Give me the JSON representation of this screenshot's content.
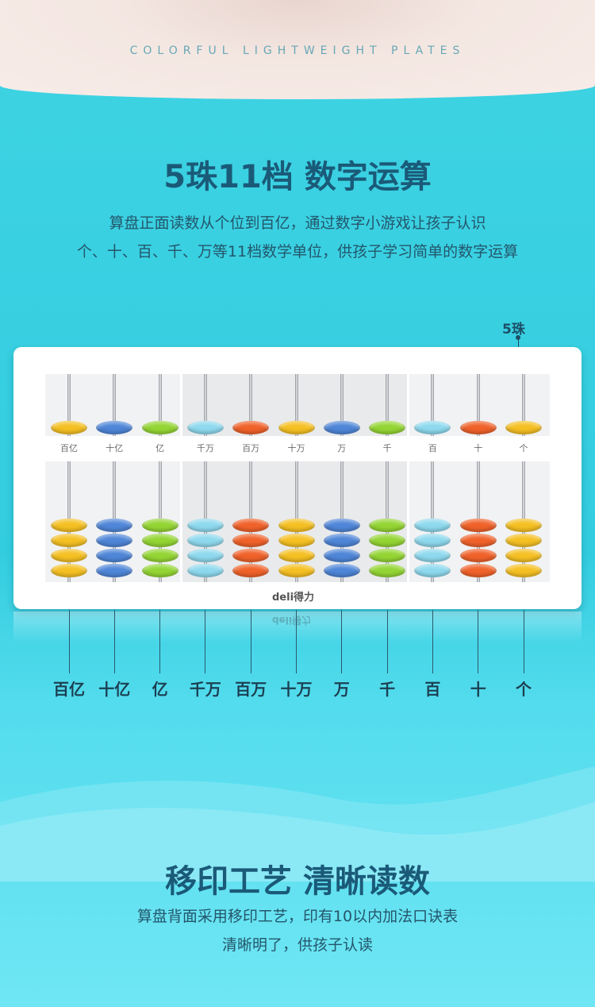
{
  "header": {
    "tagline": "COLORFUL LIGHTWEIGHT PLATES"
  },
  "section1": {
    "title": "5珠11档 数字运算",
    "desc_line1": "算盘正面读数从个位到百亿，通过数字小游戏让孩子认识",
    "desc_line2": "个、十、百、千、万等11档数学单位，供孩子学习简单的数字运算"
  },
  "bead_label": "5珠",
  "abacus": {
    "logo": "deli得力",
    "rods": [
      {
        "unit": "百亿",
        "color": "#f5c023"
      },
      {
        "unit": "十亿",
        "color": "#4f86d8"
      },
      {
        "unit": "亿",
        "color": "#94d534"
      },
      {
        "unit": "千万",
        "color": "#8ed9ee"
      },
      {
        "unit": "百万",
        "color": "#f0622a"
      },
      {
        "unit": "十万",
        "color": "#f5c023"
      },
      {
        "unit": "万",
        "color": "#4f86d8"
      },
      {
        "unit": "千",
        "color": "#94d534"
      },
      {
        "unit": "百",
        "color": "#8ed9ee"
      },
      {
        "unit": "十",
        "color": "#f0622a"
      },
      {
        "unit": "个",
        "color": "#f5c023"
      }
    ]
  },
  "section2": {
    "title": "移印工艺 清晰读数",
    "desc_line1": "算盘背面采用移印工艺，印有10以内加法口诀表",
    "desc_line2": "清晰明了，供孩子认读"
  }
}
